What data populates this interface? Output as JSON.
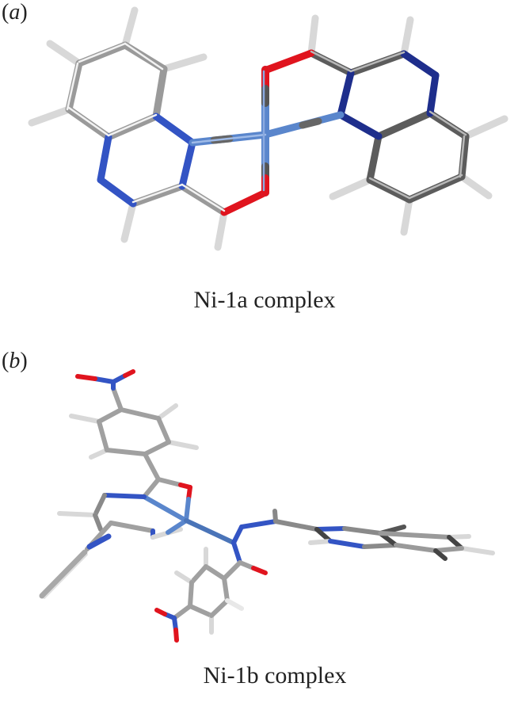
{
  "figure": {
    "panels": [
      {
        "label_open": "(",
        "label_letter": "a",
        "label_close": ")",
        "caption": "Ni-1a complex"
      },
      {
        "label_open": "(",
        "label_letter": "b",
        "label_close": ")",
        "caption": "Ni-1b complex"
      }
    ],
    "atom_colors": {
      "carbon": "#8c8c8c",
      "hydrogen": "#e8e8e8",
      "nitrogen": "#2f4fb8",
      "oxygen": "#e0141e",
      "nickel": "#5a86cc"
    }
  }
}
